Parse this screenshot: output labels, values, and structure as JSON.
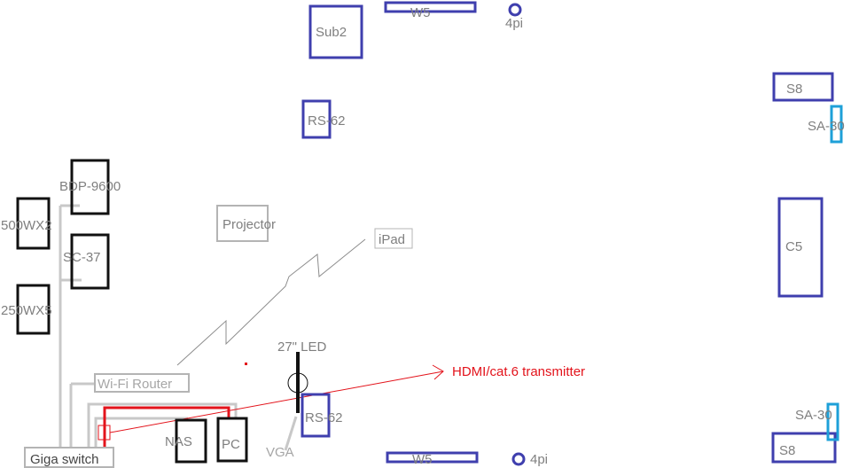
{
  "colors": {
    "speaker_blue": "#3f3fae",
    "surround_cyan": "#1ea0d8",
    "gear_black": "#111111",
    "wire_gray": "#c8c8c8",
    "label_gray": "#7f7f7f",
    "signal_red": "#e3131b"
  },
  "labels": {
    "sub2": "Sub2",
    "w5_top": "W5",
    "w5_bottom": "W5",
    "fourpi_top": "4pi",
    "fourpi_bottom": "4pi",
    "rs62_top": "RS-62",
    "rs62_bottom": "RS-62",
    "s8_top": "S8",
    "s8_bottom": "S8",
    "sa30_top": "SA-30",
    "sa30_bottom": "SA-30",
    "c5": "C5",
    "bdp": "BDP-9600",
    "sc37": "SC-37",
    "amp_500": "500WX2",
    "amp_250": "250WX5",
    "projector": "Projector",
    "ipad": "iPad",
    "led": "27\" LED",
    "hdmi": "HDMI/cat.6 transmitter",
    "router": "Wi-Fi  Router",
    "switch": "Giga switch",
    "nas": "NAS",
    "pc": "PC",
    "vga": "VGA"
  }
}
